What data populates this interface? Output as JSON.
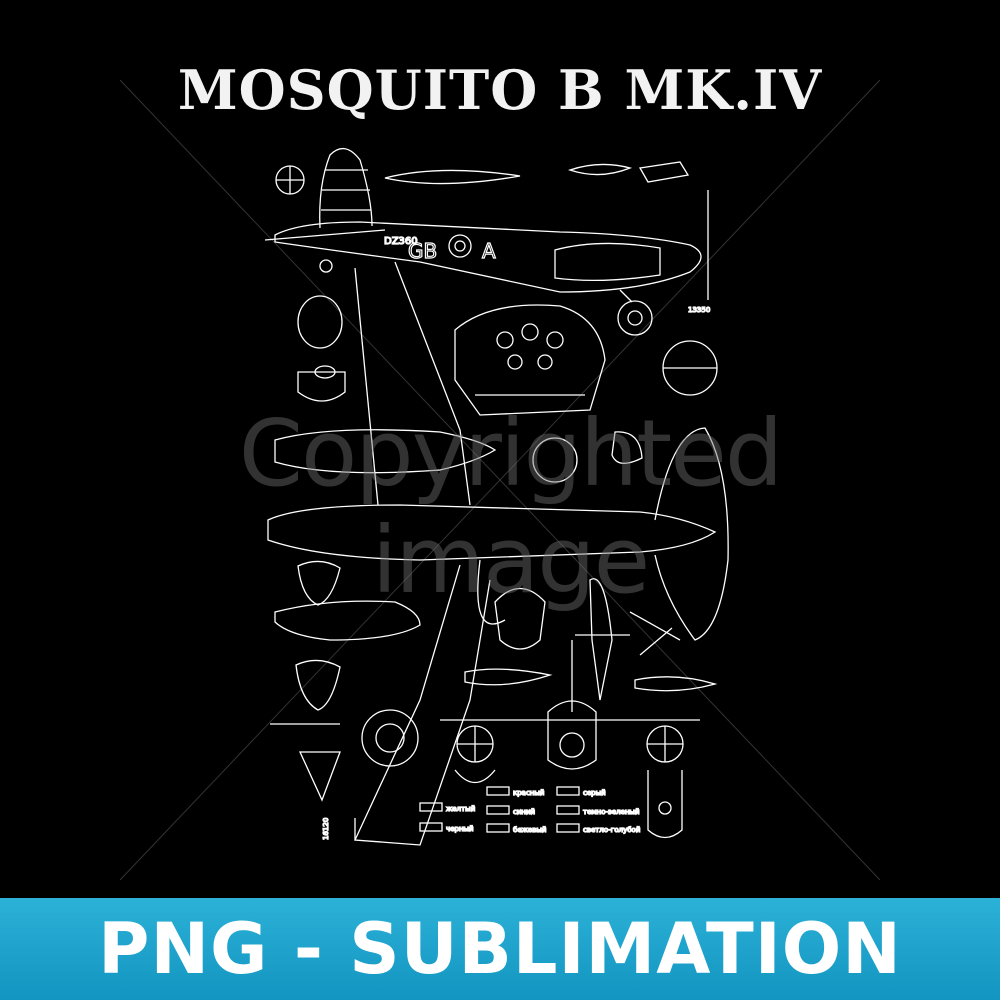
{
  "title": "MOSQUITO B MK.IV",
  "watermark": "Copyrighted image",
  "banner": "PNG - SUBLIMATION",
  "artwork": {
    "serial": "DZ360",
    "code_letters": "GB",
    "code_letter_right": "A",
    "overall_length_label": "13350",
    "height_label": "16120",
    "legend": [
      "желтый",
      "черный",
      "красный",
      "синий",
      "серый",
      "бежевый",
      "темно-зеленый",
      "светло-голубой"
    ]
  },
  "colors": {
    "background": "#000000",
    "lines": "#ffffff",
    "banner": "#1ba3cc",
    "banner_text": "#ffffff"
  }
}
